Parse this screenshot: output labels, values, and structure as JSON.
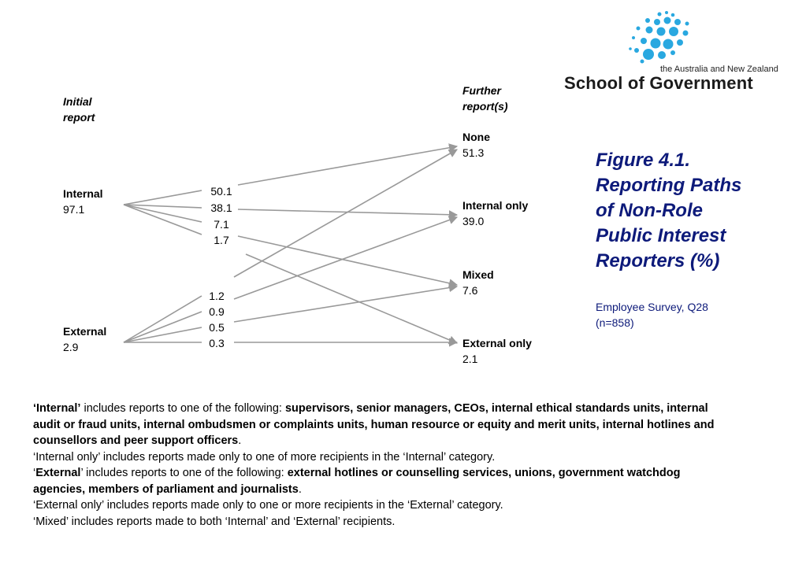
{
  "logo": {
    "line1": "the Australia and New Zealand",
    "line2": "School of Government",
    "dot_color": "#29a8e0"
  },
  "diagram": {
    "left_header": [
      "Initial",
      "report"
    ],
    "right_header": [
      "Further",
      "report(s)"
    ],
    "sources": [
      {
        "label": "Internal",
        "value": "97.1"
      },
      {
        "label": "External",
        "value": "2.9"
      }
    ],
    "internal_path_values": [
      "50.1",
      "38.1",
      "7.1",
      "1.7"
    ],
    "external_path_values": [
      "1.2",
      "0.9",
      "0.5",
      "0.3"
    ],
    "targets": [
      {
        "label": "None",
        "value": "51.3"
      },
      {
        "label": "Internal only",
        "value": "39.0"
      },
      {
        "label": "Mixed",
        "value": "7.6"
      },
      {
        "label": "External only",
        "value": "2.1"
      }
    ],
    "line_color": "#999999"
  },
  "figure": {
    "title_lines": [
      "Figure 4.1.",
      "Reporting Paths",
      "of Non-Role",
      "Public Interest",
      "Reporters (%)"
    ],
    "survey_lines": [
      "Employee Survey, Q28",
      "(n=858)"
    ],
    "title_color": "#0d1a7a"
  },
  "notes": {
    "internal_term": "‘Internal’",
    "internal_intro": " includes reports to one of the following: ",
    "internal_list": "supervisors, senior managers, CEOs, internal ethical standards units, internal audit or fraud units, internal ombudsmen or complaints units, human resource or equity and merit units, internal hotlines and counsellors and peer support officers",
    "internal_end": ".",
    "internal_only": "‘Internal only’ includes reports made only to one of more recipients in the ‘Internal’ category.",
    "external_open": "‘",
    "external_term": "External",
    "external_close": "’",
    "external_intro": " includes reports to one of the following: ",
    "external_list": "external hotlines or counselling services, unions, government watchdog agencies, members of parliament and journalists",
    "external_end": ".",
    "external_only": "‘External only’ includes reports made only to one or more recipients in the ‘External’ category.",
    "mixed": "‘Mixed’ includes reports made to both ‘Internal’ and ‘External’ recipients."
  }
}
